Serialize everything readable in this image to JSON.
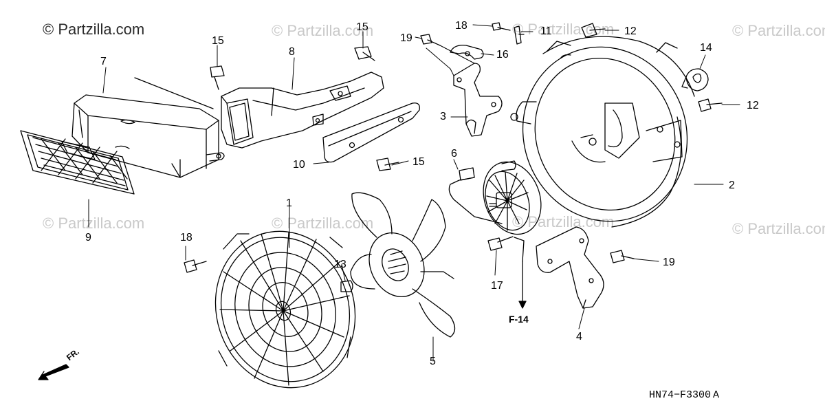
{
  "watermarks": {
    "main": "© Partzilla.com",
    "faint": "© Partzilla.com"
  },
  "callouts": [
    "1",
    "2",
    "3",
    "4",
    "5",
    "6",
    "7",
    "8",
    "9",
    "10",
    "11",
    "12",
    "12",
    "13",
    "14",
    "15",
    "15",
    "15",
    "16",
    "17",
    "18",
    "18",
    "19",
    "19"
  ],
  "cross_reference": "F-14",
  "direction_label": "FR.",
  "diagram_code": "HN74−F3300",
  "diagram_code_suffix": "A"
}
